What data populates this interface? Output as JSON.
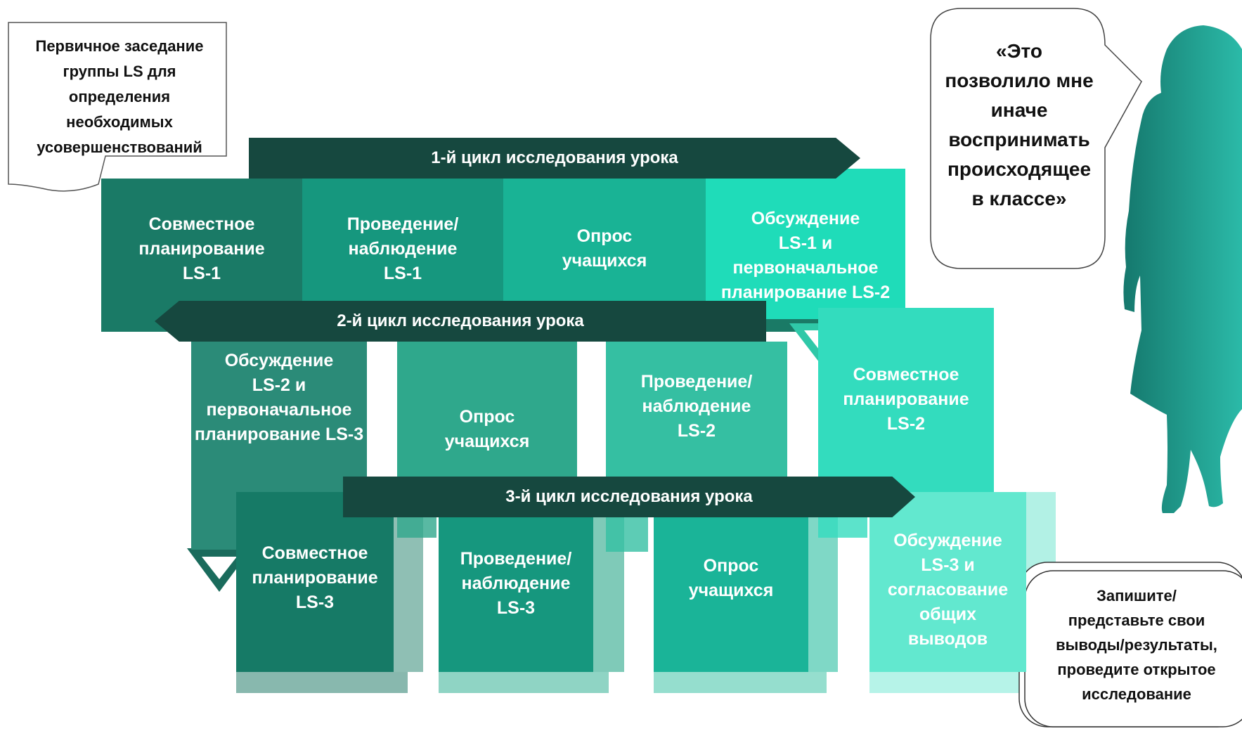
{
  "colors": {
    "banner": "#16483f",
    "c1_col1": "#1a7a66",
    "c1_col2": "#16977e",
    "c1_col3": "#19b395",
    "c1_col4": "#1fdcb9",
    "c2_col1": "#2b8b78",
    "c2_col2": "#2fa88c",
    "c2_col3": "#35bfa2",
    "c2_col4": "#33dcbe",
    "c3_col1": "#167a66",
    "c3_col2": "#16977e",
    "c3_col3": "#1ab498",
    "c3_col4": "#62e8cf",
    "silhouette": "#1b9c8e"
  },
  "top_note": "Первичное заседание\nгруппы LS для\nопределения\nнеобходимых\nусовершенствований",
  "quote": "«Это\nпозволило мне\nиначе\nвоспринимать\nпроисходящее\nв классе»",
  "bottom_note": "Запишите/\nпредставьте свои\nвыводы/результаты,\nпроведите открытое\nисследование",
  "cycles": [
    {
      "title": "1-й цикл исследования урока",
      "steps": [
        "Совместное\nпланирование\nLS-1",
        "Проведение/\nнаблюдение\nLS-1",
        "Опрос\nучащихся",
        "Обсуждение\nLS-1 и\nпервоначальное\nпланирование LS-2"
      ]
    },
    {
      "title": "2-й цикл исследования урока",
      "steps": [
        "Обсуждение\nLS-2 и\nпервоначальное\nпланирование LS-3",
        "Опрос\nучащихся",
        "Проведение/\nнаблюдение\nLS-2",
        "Совместное\nпланирование\nLS-2"
      ]
    },
    {
      "title": "3-й цикл исследования урока",
      "steps": [
        "Совместное\nпланирование\nLS-3",
        "Проведение/\nнаблюдение\nLS-3",
        "Опрос\nучащихся",
        "Обсуждение\nLS-3 и\nсогласование\nобщих\nвыводов"
      ]
    }
  ]
}
